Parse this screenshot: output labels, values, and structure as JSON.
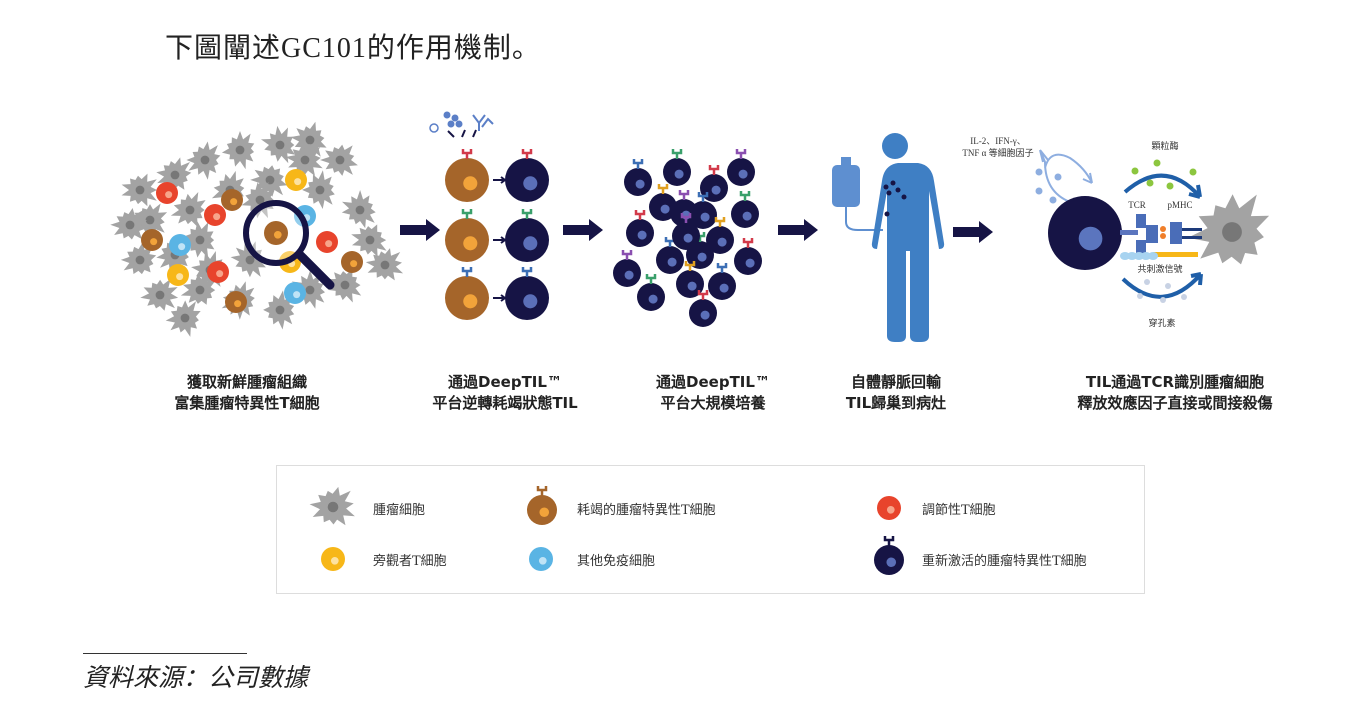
{
  "title": "下圖闡述GC101的作用機制。",
  "steps": [
    {
      "line1": "獲取新鮮腫瘤組織",
      "line2": "富集腫瘤特異性T細胞"
    },
    {
      "line1": "通過DeepTIL™",
      "line2": "平台逆轉耗竭狀態TIL"
    },
    {
      "line1": "通過DeepTIL™",
      "line2": "平台大規模培養"
    },
    {
      "line1": "自體靜脈回輸",
      "line2": "TIL歸巢到病灶"
    },
    {
      "line1": "TIL通過TCR識別腫瘤細胞",
      "line2": "釋放效應因子直接或間接殺傷"
    }
  ],
  "mechanism_labels": {
    "cytokines_line1": "IL-2、IFN-γ、",
    "cytokines_line2": "TNF α 等細胞因子",
    "granzyme": "顆粒酶",
    "tcr": "TCR",
    "pmhc": "pMHC",
    "costim": "共刺激信號",
    "perforin": "穿孔素"
  },
  "legend": [
    {
      "label": "腫瘤細胞",
      "icon": "tumor-cell-icon"
    },
    {
      "label": "耗竭的腫瘤特異性T細胞",
      "icon": "exhausted-t-cell-icon",
      "color": "#a5652a"
    },
    {
      "label": "調節性T細胞",
      "icon": "regulatory-t-cell-icon",
      "color": "#e8442c"
    },
    {
      "label": "旁觀者T細胞",
      "icon": "bystander-t-cell-icon",
      "color": "#f7b718"
    },
    {
      "label": "其他免疫細胞",
      "icon": "other-immune-cell-icon",
      "color": "#5ab4e4"
    },
    {
      "label": "重新激活的腫瘤特異性T細胞",
      "icon": "reactivated-t-cell-icon",
      "color": "#161445"
    }
  ],
  "source": "資料來源：公司數據"
}
